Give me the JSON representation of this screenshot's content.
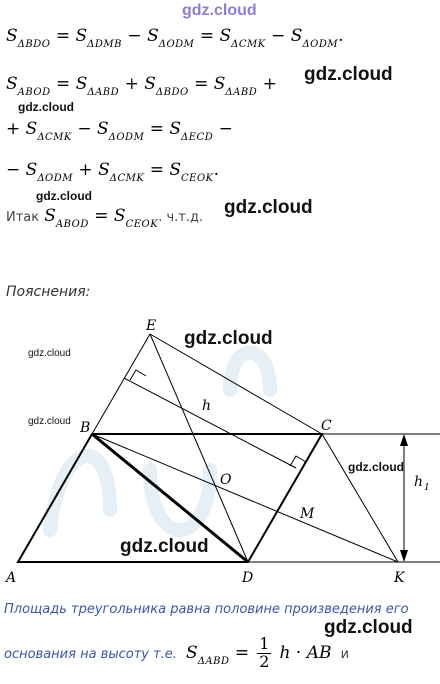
{
  "watermark": {
    "site": "gdz.cloud"
  },
  "equations": {
    "line1": {
      "S": "S",
      "bdo": "ΔBDO",
      "dmb": "ΔDMB",
      "odm": "ΔODM",
      "cmk": "ΔCMK",
      "odm2": "ΔODM",
      "eq": "=",
      "minus": "−",
      "end": "."
    },
    "line2": {
      "abod": "ABOD",
      "abd": "ΔABD",
      "bdo": "ΔBDO",
      "abd2": "ΔABD",
      "plus": "+"
    },
    "line3": {
      "cmk": "ΔCMK",
      "odm": "ΔODM",
      "ecd": "ΔECD"
    },
    "line4": {
      "odm": "ΔODM",
      "cmk": "ΔCMK",
      "ceok": "CEOK"
    },
    "line5": {
      "prefix": "Итак",
      "abod": "ABOD",
      "ceok": "CEOK",
      "suffix": ". ч.т.д."
    }
  },
  "explanation": {
    "heading": "Пояснения:"
  },
  "figure": {
    "labels": {
      "E": "E",
      "B": "B",
      "C": "C",
      "O": "O",
      "M": "M",
      "A": "A",
      "D": "D",
      "K": "K",
      "h": "h",
      "h1": "h",
      "h1_sub": "1"
    }
  },
  "footer": {
    "line1": "Площадь треугольника равна половине произведения его",
    "line2": "основания на высоту  т.е.",
    "S": "S",
    "sub": "ΔABD",
    "num": "1",
    "den": "2",
    "rhs": "h · AB",
    "tail": "и"
  }
}
